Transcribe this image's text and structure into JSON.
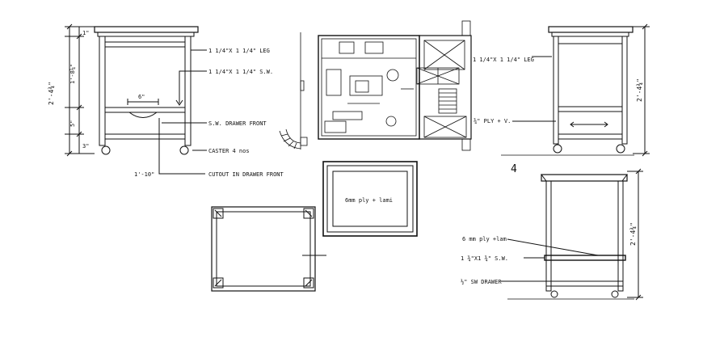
{
  "drawing": {
    "elevation_left": {
      "dim_overall": "2'-4¾\"",
      "dim_top": "1'-8¼\"",
      "dim_mid": "5\"",
      "dim_top_small": "1\"",
      "dim_bottom_small": "3\"",
      "dim_cut": "6\"",
      "label_leg": "1 1/4\"X 1 1/4\" LEG",
      "label_sw": "1 1/4\"X 1 1/4\" S.W.",
      "label_drawer_front": "S.W. DRAWER FRONT",
      "label_caster": "CASTER 4 nos",
      "dim_width": "1'-10\"",
      "label_cutout": "CUTOUT IN DRAWER FRONT"
    },
    "elevation_right": {
      "label_leg": "1 1/4\"X 1 1/4\" LEG",
      "label_ply": "¾\" PLY + V.",
      "dim_overall": "2'-4¾\""
    },
    "view_number": "4",
    "top_view_middle": {
      "label": "6mm ply + lami"
    },
    "section_right": {
      "label_ply": "6 mm ply +lam",
      "label_sw": "1 ¾\"X1 ¾\" S.W.",
      "label_drawer": "½\" SW DRAWER",
      "dim_overall": "2'-4¾\""
    }
  }
}
